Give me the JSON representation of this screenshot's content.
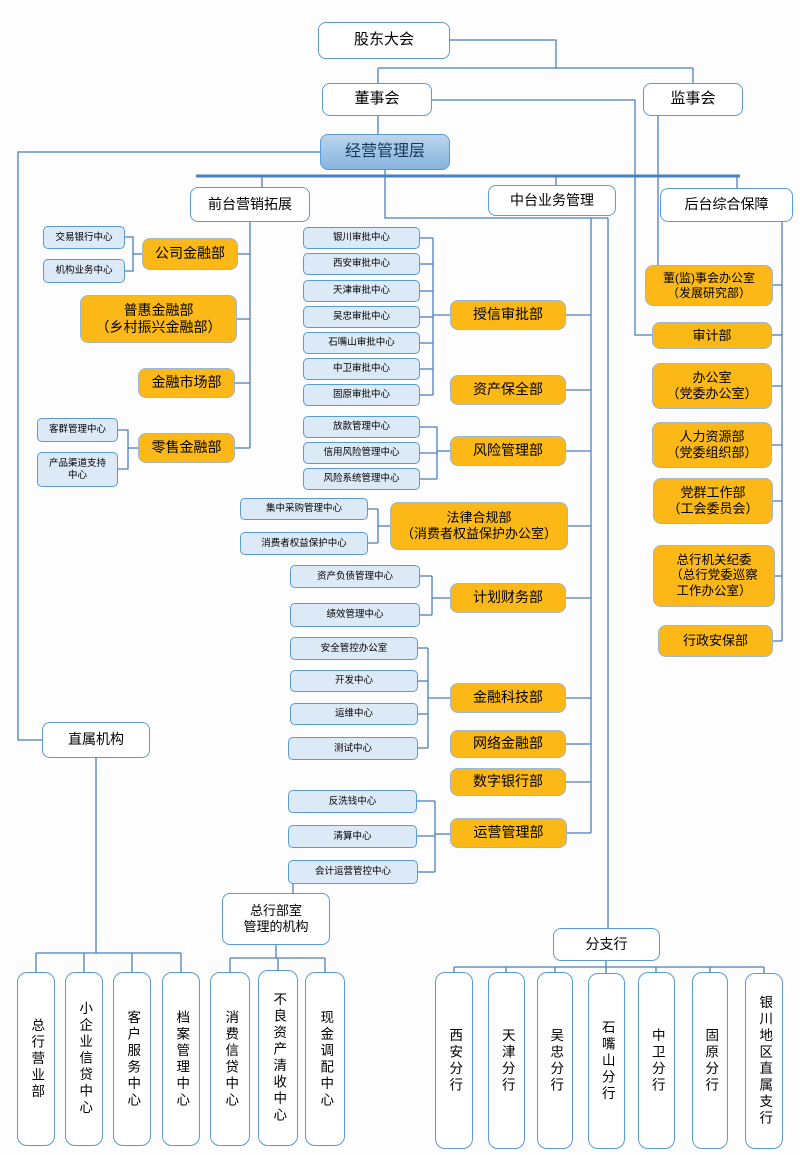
{
  "colors": {
    "node_border": "#5B9BD5",
    "connector": "#4A80BD",
    "orange_fill": "#FBB817",
    "orange_border": "#9FB6CF",
    "light_blue_fill": "#DCE9F7",
    "management_fill": "#9CC3E6",
    "management_text": "#17375E",
    "background": "#FDFDFD"
  },
  "chart": {
    "type": "org-chart",
    "nodes": [
      {
        "id": "shareholders-meeting",
        "kind": "plain",
        "label": "股东大会"
      },
      {
        "id": "board-of-directors",
        "kind": "plain",
        "label": "董事会"
      },
      {
        "id": "board-of-supervisors",
        "kind": "plain",
        "label": "监事会"
      },
      {
        "id": "management-layer",
        "kind": "mgmt",
        "label": "经营管理层"
      },
      {
        "id": "front-office-marketing",
        "kind": "plain",
        "label": "前台营销拓展"
      },
      {
        "id": "middle-office-business",
        "kind": "plain",
        "label": "中台业务管理"
      },
      {
        "id": "back-office-support",
        "kind": "plain",
        "label": "后台综合保障"
      },
      {
        "id": "trading-bank-center",
        "kind": "center",
        "label": "交易银行中心"
      },
      {
        "id": "institutional-business-center",
        "kind": "center",
        "label": "机构业务中心"
      },
      {
        "id": "corporate-finance-dept",
        "kind": "dept",
        "label": "公司金融部"
      },
      {
        "id": "inclusive-finance-dept",
        "kind": "dept",
        "label": "普惠金融部\n（乡村振兴金融部）"
      },
      {
        "id": "financial-markets-dept",
        "kind": "dept",
        "label": "金融市场部"
      },
      {
        "id": "customer-group-center",
        "kind": "center",
        "label": "客群管理中心"
      },
      {
        "id": "product-channel-center",
        "kind": "center",
        "label": "产品渠道支持\n中心"
      },
      {
        "id": "retail-finance-dept",
        "kind": "dept",
        "label": "零售金融部"
      },
      {
        "id": "yinchuan-approval-center",
        "kind": "center",
        "label": "银川审批中心"
      },
      {
        "id": "xian-approval-center",
        "kind": "center",
        "label": "西安审批中心"
      },
      {
        "id": "tianjin-approval-center",
        "kind": "center",
        "label": "天津审批中心"
      },
      {
        "id": "wuzhong-approval-center",
        "kind": "center",
        "label": "吴忠审批中心"
      },
      {
        "id": "shizuishan-approval-center",
        "kind": "center",
        "label": "石嘴山审批中心"
      },
      {
        "id": "zhongwei-approval-center",
        "kind": "center",
        "label": "中卫审批中心"
      },
      {
        "id": "guyuan-approval-center",
        "kind": "center",
        "label": "固原审批中心"
      },
      {
        "id": "loan-disbursement-center",
        "kind": "center",
        "label": "放款管理中心"
      },
      {
        "id": "credit-risk-mgmt-center",
        "kind": "center",
        "label": "信用风险管理中心"
      },
      {
        "id": "risk-system-mgmt-center",
        "kind": "center",
        "label": "风险系统管理中心"
      },
      {
        "id": "central-procurement-center",
        "kind": "center",
        "label": "集中采购管理中心"
      },
      {
        "id": "consumer-rights-center",
        "kind": "center",
        "label": "消费者权益保护中心"
      },
      {
        "id": "asset-liability-center",
        "kind": "center",
        "label": "资产负债管理中心"
      },
      {
        "id": "performance-mgmt-center",
        "kind": "center",
        "label": "绩效管理中心"
      },
      {
        "id": "security-control-office",
        "kind": "center",
        "label": "安全管控办公室"
      },
      {
        "id": "development-center",
        "kind": "center",
        "label": "开发中心"
      },
      {
        "id": "operations-maintenance-center",
        "kind": "center",
        "label": "运维中心"
      },
      {
        "id": "testing-center",
        "kind": "center",
        "label": "测试中心"
      },
      {
        "id": "aml-center",
        "kind": "center",
        "label": "反洗钱中心"
      },
      {
        "id": "clearing-center",
        "kind": "center",
        "label": "清算中心"
      },
      {
        "id": "accounting-ops-center",
        "kind": "center",
        "label": "会计运营管控中心"
      },
      {
        "id": "credit-approval-dept",
        "kind": "dept",
        "label": "授信审批部"
      },
      {
        "id": "asset-preservation-dept",
        "kind": "dept",
        "label": "资产保全部"
      },
      {
        "id": "risk-management-dept",
        "kind": "dept",
        "label": "风险管理部"
      },
      {
        "id": "legal-compliance-dept",
        "kind": "dept",
        "label": "法律合规部\n（消费者权益保护办公室）"
      },
      {
        "id": "planning-finance-dept",
        "kind": "dept",
        "label": "计划财务部"
      },
      {
        "id": "fintech-dept",
        "kind": "dept",
        "label": "金融科技部"
      },
      {
        "id": "internet-finance-dept",
        "kind": "dept",
        "label": "网络金融部"
      },
      {
        "id": "digital-banking-dept",
        "kind": "dept",
        "label": "数字银行部"
      },
      {
        "id": "operations-mgmt-dept",
        "kind": "dept",
        "label": "运营管理部"
      },
      {
        "id": "board-office",
        "kind": "dept",
        "label": "董(监)事会办公室\n（发展研究部）"
      },
      {
        "id": "audit-dept",
        "kind": "dept",
        "label": "审计部"
      },
      {
        "id": "general-office",
        "kind": "dept",
        "label": "办公室\n（党委办公室）"
      },
      {
        "id": "hr-dept",
        "kind": "dept",
        "label": "人力资源部\n（党委组织部）"
      },
      {
        "id": "party-masses-work-dept",
        "kind": "dept",
        "label": "党群工作部\n（工会委员会）"
      },
      {
        "id": "discipline-committee",
        "kind": "dept",
        "label": "总行机关纪委\n（总行党委巡察\n工作办公室）"
      },
      {
        "id": "admin-security-dept",
        "kind": "dept",
        "label": "行政安保部"
      },
      {
        "id": "direct-institutions",
        "kind": "plain",
        "label": "直属机构"
      },
      {
        "id": "ho-managed-institutions",
        "kind": "plain",
        "label": "总行部室\n管理的机构"
      },
      {
        "id": "branches",
        "kind": "plain",
        "label": "分支行"
      },
      {
        "id": "ho-banking-dept",
        "kind": "vert",
        "label": "总行营业部"
      },
      {
        "id": "small-enterprise-credit-center",
        "kind": "vert",
        "label": "小企业信贷中心"
      },
      {
        "id": "customer-service-center",
        "kind": "vert",
        "label": "客户服务中心"
      },
      {
        "id": "archives-mgmt-center",
        "kind": "vert",
        "label": "档案管理中心"
      },
      {
        "id": "consumer-credit-center",
        "kind": "vert",
        "label": "消费信贷中心"
      },
      {
        "id": "npa-collection-center",
        "kind": "vert",
        "label": "不良资产清收中心"
      },
      {
        "id": "cash-allocation-center",
        "kind": "vert",
        "label": "现金调配中心"
      },
      {
        "id": "xian-branch",
        "kind": "vert",
        "label": "西安分行"
      },
      {
        "id": "tianjin-branch",
        "kind": "vert",
        "label": "天津分行"
      },
      {
        "id": "wuzhong-branch",
        "kind": "vert",
        "label": "吴忠分行"
      },
      {
        "id": "shizuishan-branch",
        "kind": "vert",
        "label": "石嘴山分行"
      },
      {
        "id": "zhongwei-branch",
        "kind": "vert",
        "label": "中卫分行"
      },
      {
        "id": "guyuan-branch",
        "kind": "vert",
        "label": "固原分行"
      },
      {
        "id": "yinchuan-direct-subbranch",
        "kind": "vert",
        "label": "银川地区直属支行"
      }
    ]
  }
}
